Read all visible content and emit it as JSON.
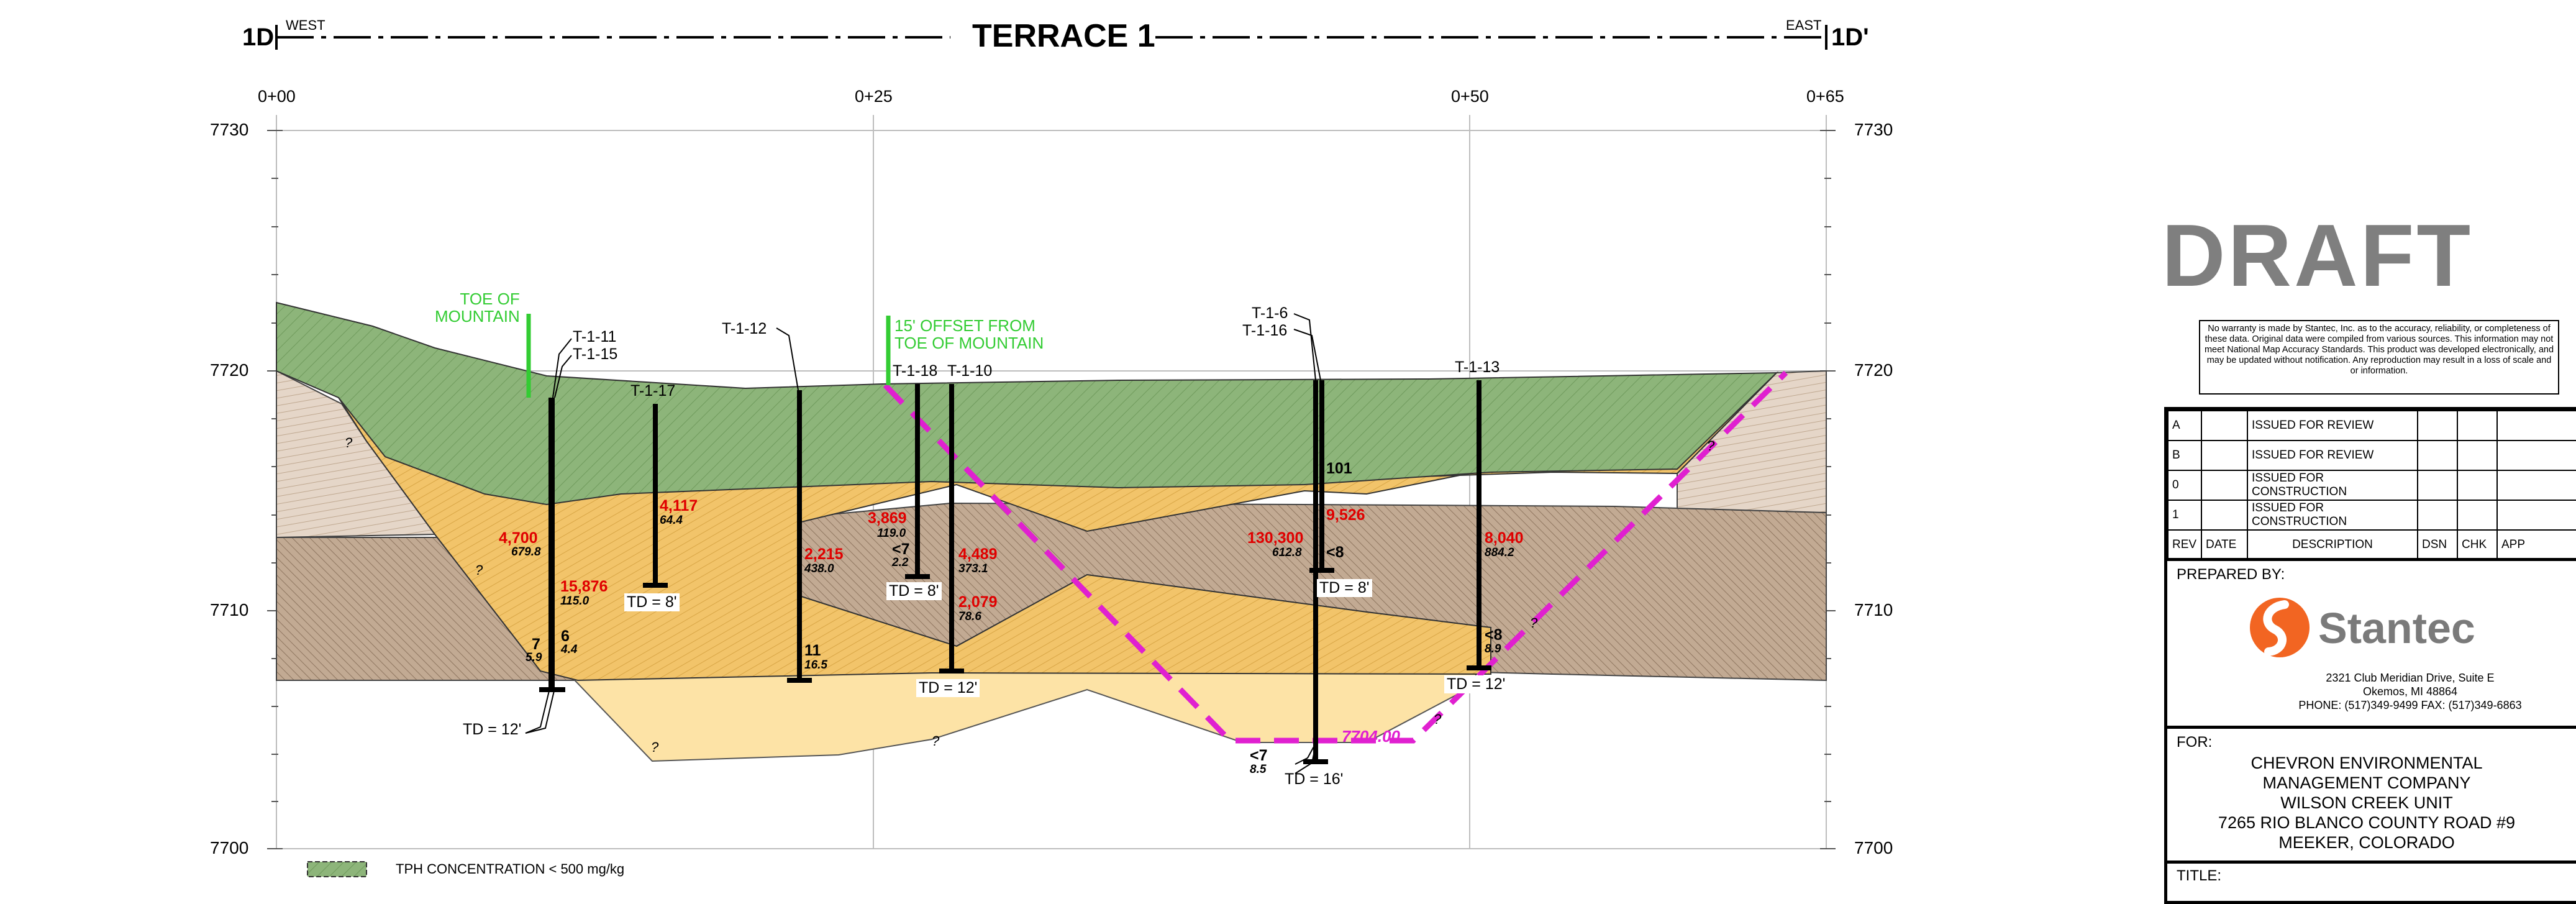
{
  "header": {
    "left_tag": "1D",
    "right_tag": "1D'",
    "west": "WEST",
    "east": "EAST",
    "title": "TERRACE 1"
  },
  "stations": [
    "0+00",
    "0+25",
    "0+50",
    "0+65"
  ],
  "elevations": [
    "7730",
    "7720",
    "7710",
    "7700"
  ],
  "callouts": {
    "toe_of_mountain": [
      "TOE OF",
      "MOUNTAIN"
    ],
    "offset": [
      "15' OFFSET FROM",
      "TOE OF MOUNTAIN"
    ],
    "contour_elev": "7704.00"
  },
  "borings": {
    "t111": "T-1-11",
    "t115": "T-1-15",
    "t117": "T-1-17",
    "t112": "T-1-12",
    "t118": "T-1-18",
    "t110": "T-1-10",
    "t16": "T-1-6",
    "t116": "T-1-16",
    "t113": "T-1-13"
  },
  "values": {
    "v4700": "4,700",
    "v679": "679.8",
    "v15876": "15,876",
    "v115": "115.0",
    "v7": "7",
    "v59": "5.9",
    "v6": "6",
    "v44": "4.4",
    "v4117": "4,117",
    "v644": "64.4",
    "v2215": "2,215",
    "v438": "438.0",
    "v11": "11",
    "v165": "16.5",
    "v3869": "3,869",
    "v119": "119.0",
    "vlt7a": "<7",
    "v22": "2.2",
    "v4489": "4,489",
    "v3731": "373.1",
    "v2079": "2,079",
    "v786": "78.6",
    "v130300": "130,300",
    "v6128": "612.8",
    "v9526": "9,526",
    "vlt8a": "<8",
    "v101": "101",
    "vlt7b": "<7",
    "v85": "8.5",
    "v8040": "8,040",
    "v8842": "884.2",
    "vlt8b": "<8",
    "v89": "8.9"
  },
  "td_labels": {
    "td12a": "TD = 12'",
    "td8a": "TD = 8'",
    "td8b": "TD = 8'",
    "td12b": "TD = 12'",
    "td8c": "TD = 8'",
    "td16": "TD = 16'",
    "td12c": "TD = 12'"
  },
  "question_mark": "?",
  "legend": {
    "green_label": "TPH CONCENTRATION < 500 mg/kg"
  },
  "titleblock": {
    "draft": "DRAFT",
    "disclaimer": "No warranty is made by Stantec, Inc. as to the accuracy, reliability, or completeness of these data. Original data were compiled from various sources. This information may not meet National Map Accuracy Standards. This product was developed electronically, and may be updated without notification. Any reproduction may result in a loss of scale and or information.",
    "revisions": [
      {
        "rev": "A",
        "desc": "ISSUED FOR REVIEW"
      },
      {
        "rev": "B",
        "desc": "ISSUED FOR REVIEW"
      },
      {
        "rev": "0",
        "desc": "ISSUED FOR CONSTRUCTION"
      },
      {
        "rev": "1",
        "desc": "ISSUED FOR CONSTRUCTION"
      }
    ],
    "rev_header": {
      "rev": "REV",
      "date": "DATE",
      "desc": "DESCRIPTION",
      "dsn": "DSN",
      "chk": "CHK",
      "app": "APP"
    },
    "prepared_by": "PREPARED BY:",
    "logo_text": "Stantec",
    "address": [
      "2321 Club Meridian Drive, Suite E",
      "Okemos, MI  48864",
      "PHONE: (517)349-9499       FAX: (517)349-6863"
    ],
    "for_label": "FOR:",
    "client": [
      "CHEVRON ENVIRONMENTAL",
      "MANAGEMENT COMPANY",
      "WILSON CREEK UNIT",
      "7265 RIO BLANCO COUNTY ROAD #9",
      "MEEKER, COLORADO"
    ],
    "title_label": "TITLE:"
  },
  "colors": {
    "green": "#8db57a",
    "orange": "#f2c46a",
    "light_yellow": "#fde3a6",
    "brown": "#c2aa93",
    "tan": "#e5d6c8",
    "magenta": "#e020d0",
    "callout_green": "#33cc33",
    "red": "#e00000"
  }
}
